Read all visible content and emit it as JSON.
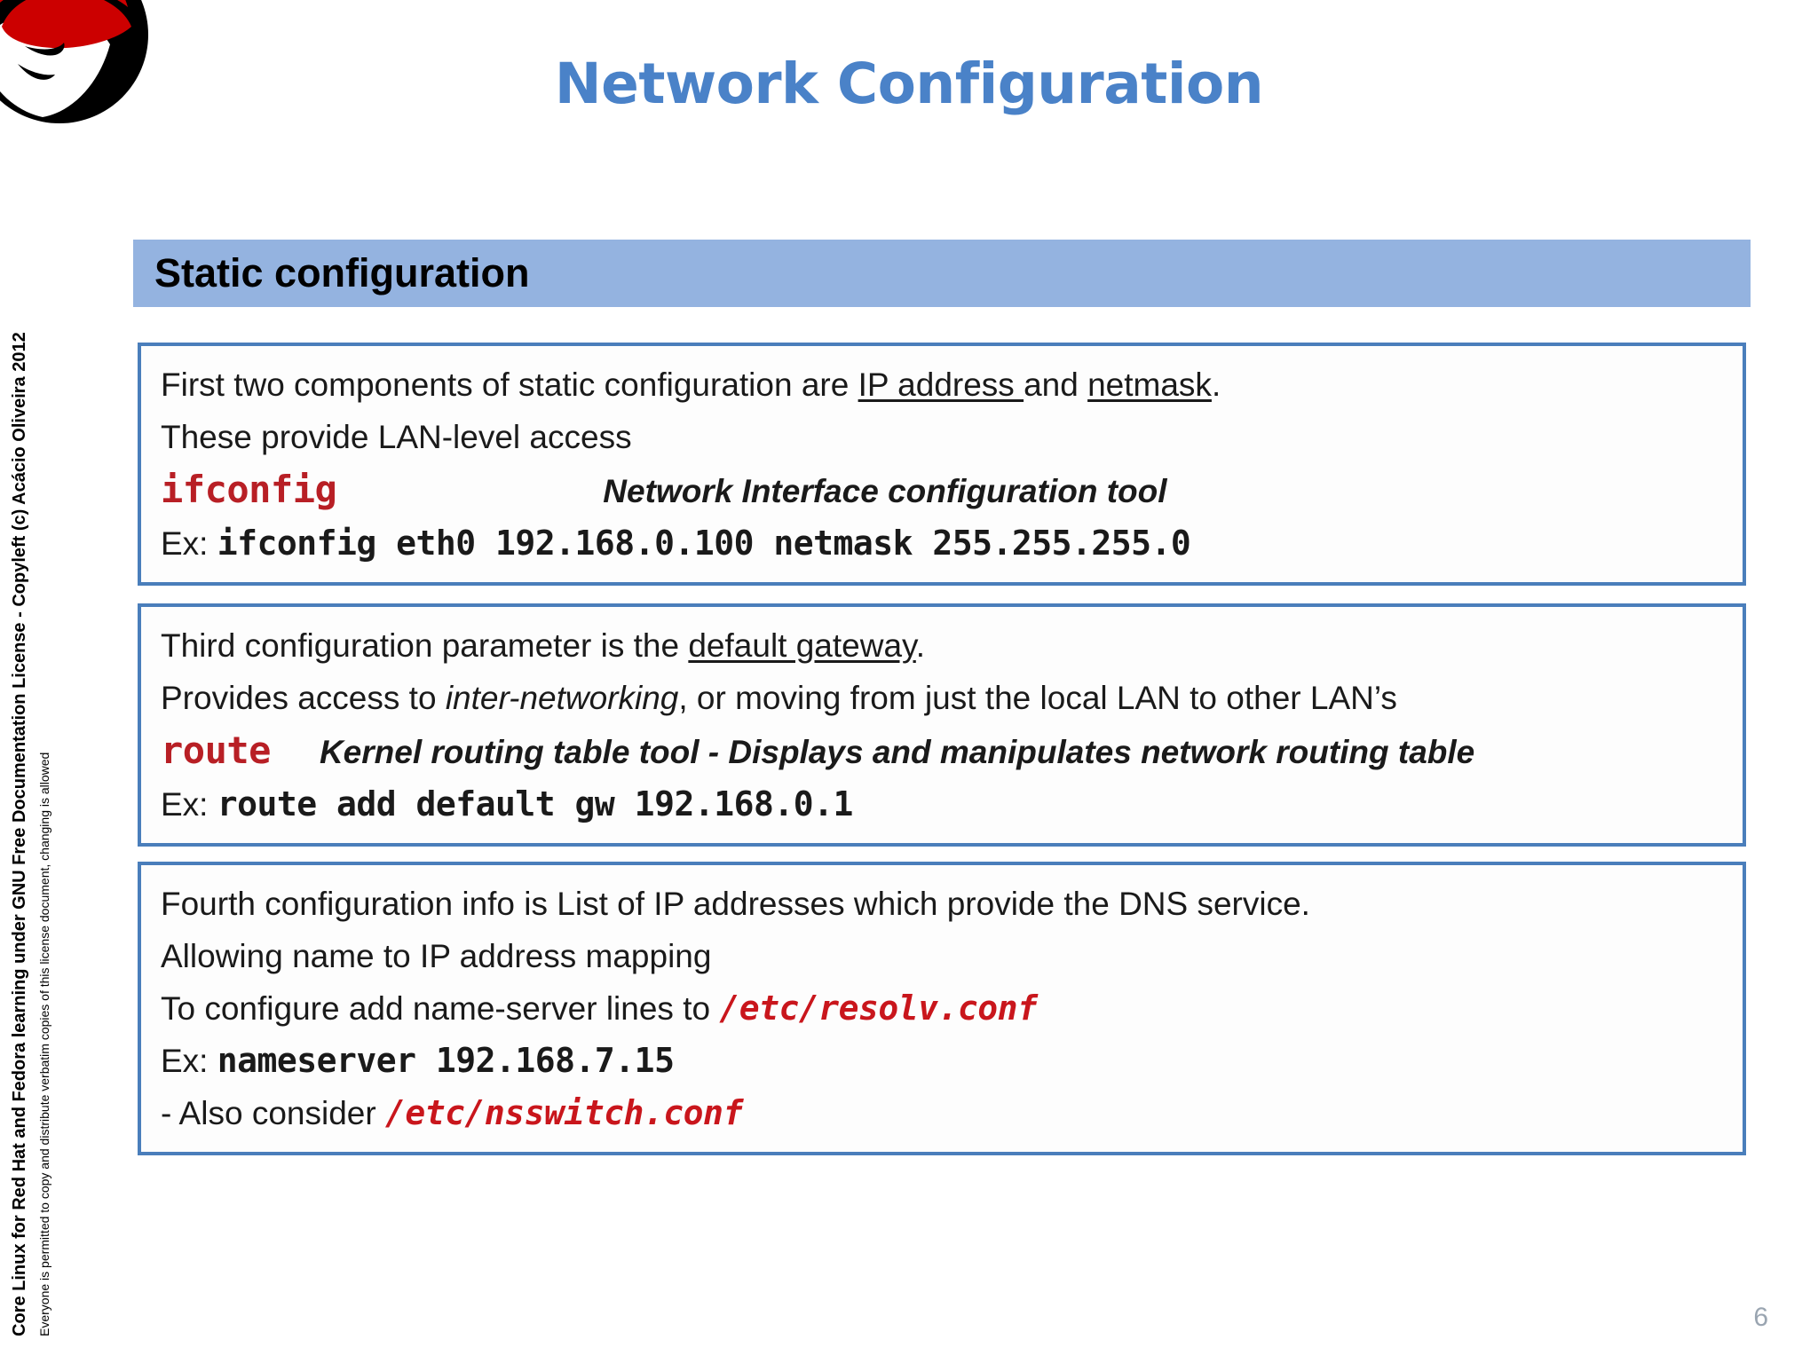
{
  "slide": {
    "title": "Network Configuration",
    "page_number": "6",
    "title_color": "#4a82c8",
    "banner_color": "#94b3e0",
    "box_border_color": "#4a7ebb",
    "command_color": "#b81f25"
  },
  "logo": {
    "name": "red-hat-shadowman-logo",
    "hat_color": "#cc0000",
    "silhouette_color": "#000000"
  },
  "section": {
    "label": "Static configuration"
  },
  "boxes": [
    {
      "id": "box-1",
      "lines": [
        {
          "id": "line-1-1",
          "parts": [
            {
              "text": "First two components of static configuration are ",
              "style": "bold"
            },
            {
              "text": "IP address ",
              "style": "bold-underline"
            },
            {
              "text": "and ",
              "style": "bold"
            },
            {
              "text": "netmask",
              "style": "bold-underline"
            },
            {
              "text": ".",
              "style": "bold"
            }
          ]
        },
        {
          "id": "line-1-2",
          "parts": [
            {
              "text": "These provide LAN-level access",
              "style": "plain"
            }
          ]
        },
        {
          "id": "line-1-3",
          "parts": [
            {
              "text": "ifconfig",
              "style": "cmd-red"
            },
            {
              "text": "Network Interface configuration tool",
              "style": "tool-desc"
            }
          ]
        },
        {
          "id": "line-1-4",
          "parts": [
            {
              "text": "Ex: ",
              "style": "plain"
            },
            {
              "text": "ifconfig eth0 192.168.0.100 netmask 255.255.255.0",
              "style": "mono"
            }
          ]
        }
      ]
    },
    {
      "id": "box-2",
      "lines": [
        {
          "id": "line-2-1",
          "parts": [
            {
              "text": "Third configuration parameter is the ",
              "style": "bold"
            },
            {
              "text": "default gateway",
              "style": "bold-underline"
            },
            {
              "text": ".",
              "style": "bold"
            }
          ]
        },
        {
          "id": "line-2-2",
          "parts": [
            {
              "text": "Provides access to ",
              "style": "plain"
            },
            {
              "text": "inter-networking",
              "style": "italic"
            },
            {
              "text": ", or moving from just the local LAN to other LAN’s",
              "style": "plain"
            }
          ]
        },
        {
          "id": "line-2-3",
          "parts": [
            {
              "text": "route",
              "style": "cmd-red"
            },
            {
              "text": "Kernel routing table tool - Displays and manipulates network routing table",
              "style": "tool-desc"
            }
          ]
        },
        {
          "id": "line-2-4",
          "parts": [
            {
              "text": "Ex: ",
              "style": "plain"
            },
            {
              "text": "route add default gw 192.168.0.1",
              "style": "mono"
            }
          ]
        }
      ]
    },
    {
      "id": "box-3",
      "lines": [
        {
          "id": "line-3-1",
          "parts": [
            {
              "text": "Fourth configuration info is List of IP addresses which provide the DNS service.",
              "style": "bold"
            }
          ]
        },
        {
          "id": "line-3-2",
          "parts": [
            {
              "text": "Allowing name to IP address mapping",
              "style": "plain"
            }
          ]
        },
        {
          "id": "line-3-3",
          "parts": [
            {
              "text": "To configure add name-server lines to ",
              "style": "bold"
            },
            {
              "text": "/etc/resolv.conf",
              "style": "path-red-italic"
            }
          ]
        },
        {
          "id": "line-3-4",
          "parts": [
            {
              "text": "Ex: ",
              "style": "plain"
            },
            {
              "text": "nameserver 192.168.7.15",
              "style": "mono"
            }
          ]
        },
        {
          "id": "line-3-5",
          "parts": [
            {
              "text": "- Also consider ",
              "style": "plain"
            },
            {
              "text": "/etc/nsswitch.conf",
              "style": "path-red-italic"
            }
          ]
        }
      ]
    }
  ],
  "sidebar": {
    "license_main": "Core Linux for Red Hat and Fedora learning under GNU Free Documentation License  -  Copyleft (c) Acácio Oliveira 2012",
    "license_sub": "Everyone is permitted to copy and distribute verbatim copies of this license document, changing is allowed"
  }
}
